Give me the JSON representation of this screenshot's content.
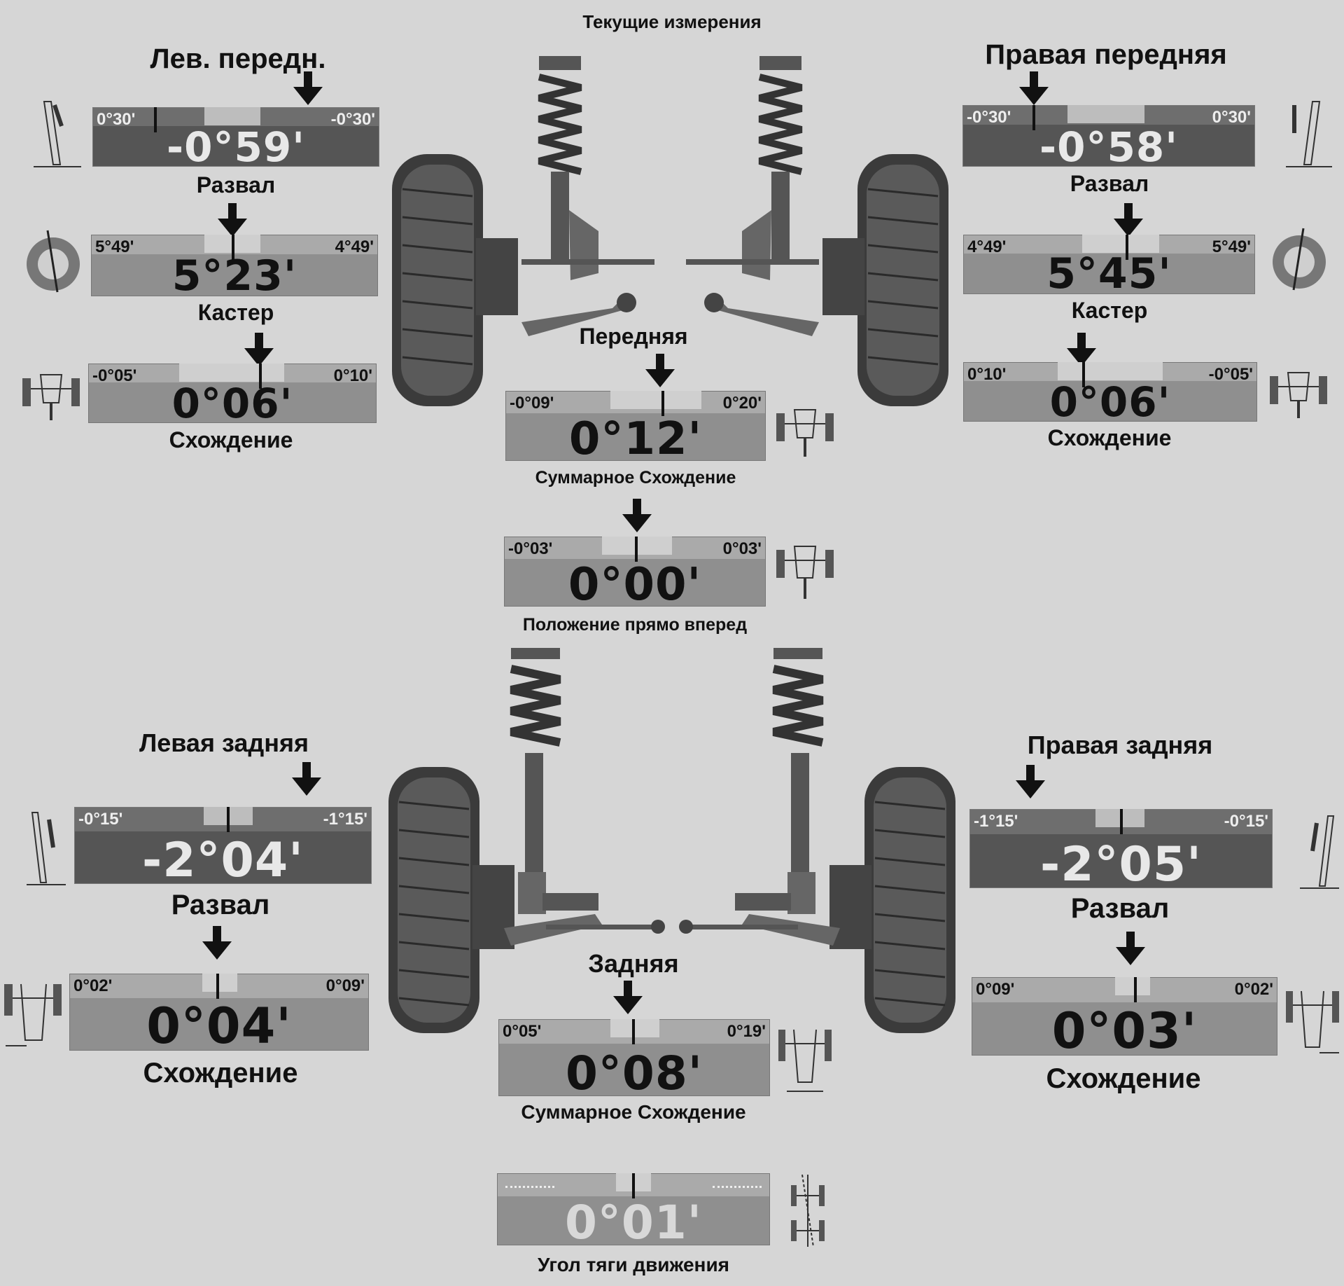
{
  "title": "Текущие измерения",
  "front": {
    "left": {
      "heading": "Лев. передн.",
      "camber": {
        "label": "Развал",
        "min": "0°30'",
        "max": "-0°30'",
        "value": "-0°59'"
      },
      "caster": {
        "label": "Кастер",
        "min": "5°49'",
        "max": "4°49'",
        "value": "5°23'"
      },
      "toe": {
        "label": "Схождение",
        "min": "-0°05'",
        "max": "0°10'",
        "value": "0°06'"
      }
    },
    "right": {
      "heading": "Правая передняя",
      "camber": {
        "label": "Развал",
        "min": "-0°30'",
        "max": "0°30'",
        "value": "-0°58'"
      },
      "caster": {
        "label": "Кастер",
        "min": "4°49'",
        "max": "5°49'",
        "value": "5°45'"
      },
      "toe": {
        "label": "Схождение",
        "min": "0°10'",
        "max": "-0°05'",
        "value": "0°06'"
      }
    },
    "axle_heading": "Передняя",
    "total_toe": {
      "label": "Суммарное Схождение",
      "min": "-0°09'",
      "max": "0°20'",
      "value": "0°12'"
    },
    "straight_ahead": {
      "label": "Положение прямо вперед",
      "min": "-0°03'",
      "max": "0°03'",
      "value": "0°00'"
    }
  },
  "rear": {
    "left": {
      "heading": "Левая задняя",
      "camber": {
        "label": "Развал",
        "min": "-0°15'",
        "max": "-1°15'",
        "value": "-2°04'"
      },
      "toe": {
        "label": "Схождение",
        "min": "0°02'",
        "max": "0°09'",
        "value": "0°04'"
      }
    },
    "right": {
      "heading": "Правая задняя",
      "camber": {
        "label": "Развал",
        "min": "-1°15'",
        "max": "-0°15'",
        "value": "-2°05'"
      },
      "toe": {
        "label": "Схождение",
        "min": "0°09'",
        "max": "0°02'",
        "value": "0°03'"
      }
    },
    "axle_heading": "Задняя",
    "total_toe": {
      "label": "Суммарное Схождение",
      "min": "0°05'",
      "max": "0°19'",
      "value": "0°08'"
    },
    "thrust_angle": {
      "label": "Угол тяги движения",
      "value": "0°01'"
    }
  },
  "colors": {
    "background": "#d6d6d6",
    "gauge_light": "#8f8f8f",
    "gauge_dark": "#555555",
    "arrow": "#111111"
  },
  "icons": [
    "down-arrow-icon",
    "wheel-camber-icon",
    "wheel-caster-icon",
    "toe-diagram-icon",
    "suspension-strut-icon",
    "tire-icon"
  ]
}
